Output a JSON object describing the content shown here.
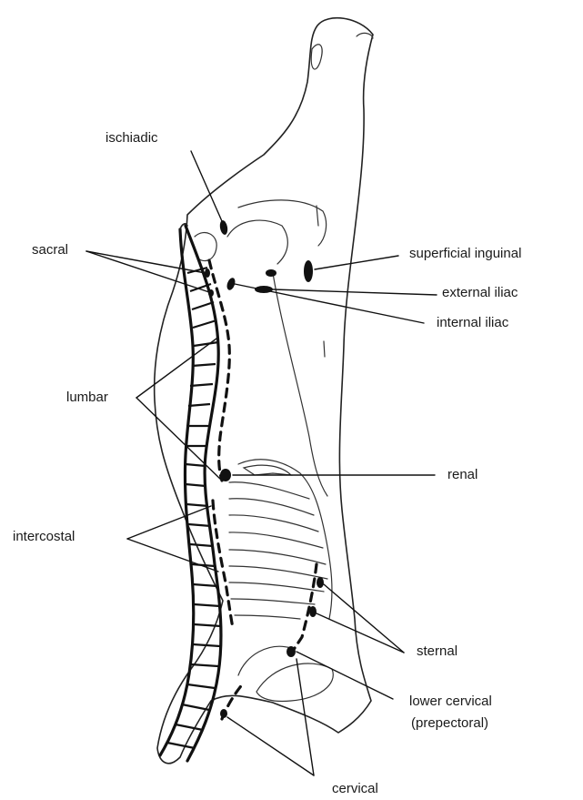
{
  "labels": {
    "ischiadic": "ischiadic",
    "superficial_inguinal": "superficial inguinal",
    "sacral": "sacral",
    "external_iliac": "external iliac",
    "internal_iliac": "internal iliac",
    "lumbar": "lumbar",
    "renal": "renal",
    "intercostal": "intercostal",
    "sternal": "sternal",
    "lower_cervical": "lower cervical",
    "prepectoral": "(prepectoral)",
    "cervical": "cervical"
  },
  "colors": {
    "ink": "#111111",
    "background": "#ffffff"
  }
}
